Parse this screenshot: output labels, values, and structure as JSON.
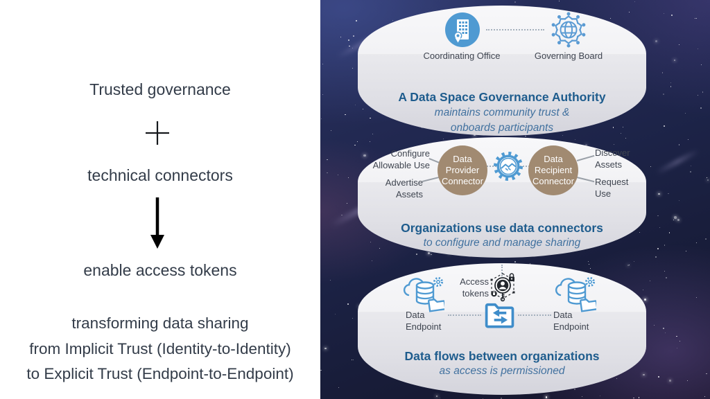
{
  "colors": {
    "accent_blue": "#4f9ad2",
    "folder_blue": "#3f8dca",
    "title_blue": "#1e5c8d",
    "subtitle_blue": "#41719f",
    "connector_brown": "#a18a71",
    "label_dark": "#3f4550",
    "left_text": "#333c49",
    "space_navy": "#1d2449",
    "disc_gray": "#ececef"
  },
  "left_panel": {
    "line1": "Trusted governance",
    "plus": "+",
    "line2": "technical connectors",
    "line3": "enable access tokens",
    "paragraph": [
      "transforming data sharing",
      "from Implicit Trust (Identity-to-Identity)",
      "to Explicit Trust (Endpoint-to-Endpoint)"
    ]
  },
  "disc1": {
    "item1_label": "Coordinating Office",
    "item2_label": "Governing Board",
    "title": "A Data Space Governance Authority",
    "subtitle_line1": "maintains community trust &",
    "subtitle_line2": "onboards participants"
  },
  "disc2": {
    "left_label1": "Configure Allowable Use",
    "left_label2": "Advertise Assets",
    "provider_label": "Data Provider Connector",
    "recipient_label": "Data Recipient Connector",
    "right_label1": "Discover Assets",
    "right_label2": "Request Use",
    "title": "Organizations use data connectors",
    "subtitle_line1": "to configure and manage sharing"
  },
  "disc3": {
    "endpoint_left_label": "Data Endpoint",
    "token_label": "Access tokens",
    "endpoint_right_label": "Data Endpoint",
    "title": "Data flows between organizations",
    "subtitle_line1": "as access is permissioned"
  }
}
